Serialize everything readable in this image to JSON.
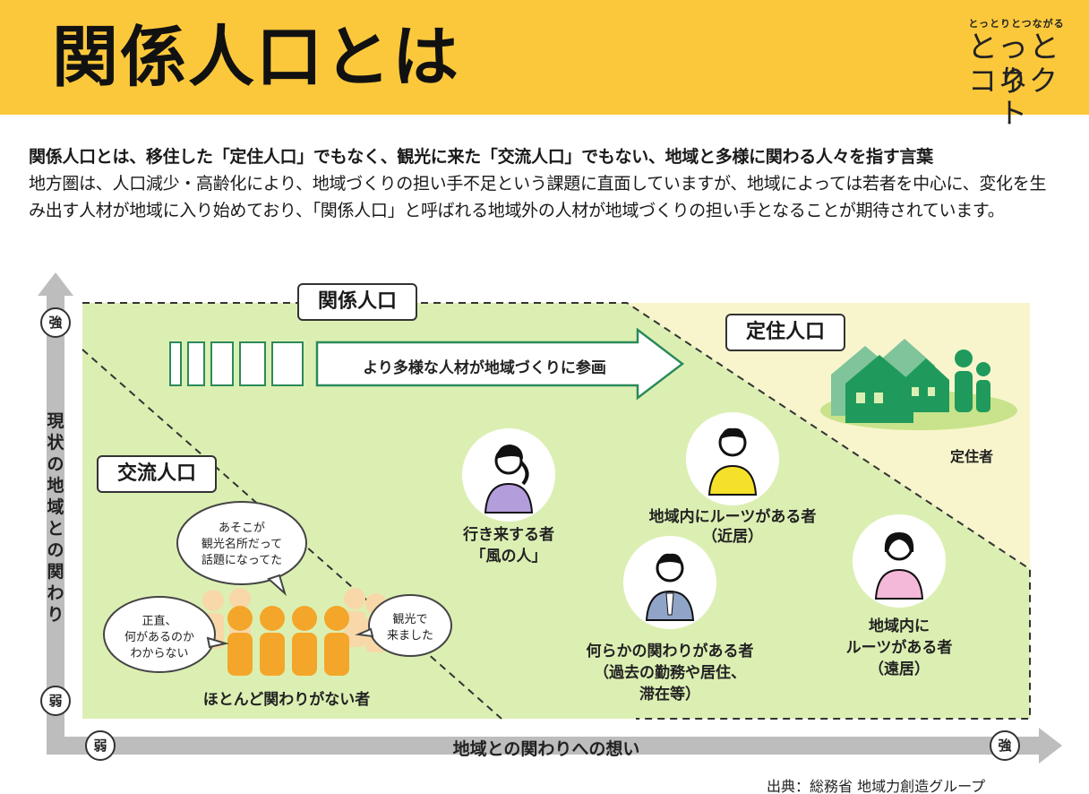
{
  "header": {
    "title": "関係人口とは",
    "logo_tagline": "とっとりとつながる",
    "logo_line1": "とっとり",
    "logo_line2": "コネクト",
    "background_color": "#fbc83c"
  },
  "intro": {
    "lead": "関係人口とは、移住した「定住人口」でもなく、観光に来た「交流人口」でもない、地域と多様に関わる人々を指す言葉",
    "body": "地方圏は、人口減少・高齢化により、地域づくりの担い手不足という課題に直面していますが、地域によっては若者を中心に、変化を生み出す人材が地域に入り始めており、「関係人口」と呼ばれる地域外の人材が地域づくりの担い手となることが期待されています。"
  },
  "diagram": {
    "label_kankei": "関係人口",
    "label_teiju": "定住人口",
    "label_koryu": "交流人口",
    "arrow_text": "より多様な人材が地域づくりに参画",
    "y_axis_label": "現状の地域との関わり",
    "y_axis_strong": "強",
    "y_axis_weak": "弱",
    "x_axis_label": "地域との関わりへの想い",
    "x_axis_weak": "弱",
    "x_axis_strong": "強",
    "teijusha": "定住者",
    "person_kaze_line1": "行き来する者",
    "person_kaze_line2": "「風の人」",
    "person_kinkyo_line1": "地域内にルーツがある者",
    "person_kinkyo_line2": "（近居）",
    "person_kako_line1": "何らかの関わりがある者",
    "person_kako_line2": "（過去の勤務や居住、",
    "person_kako_line3": "滞在等）",
    "person_enkyo_line1": "地域内に",
    "person_enkyo_line2": "ルーツがある者",
    "person_enkyo_line3": "（遠居）",
    "bubble1_line1": "あそこが",
    "bubble1_line2": "観光名所だって",
    "bubble1_line3": "話題になってた",
    "bubble2_line1": "正直、",
    "bubble2_line2": "何があるのか",
    "bubble2_line3": "わからない",
    "bubble3_line1": "観光で",
    "bubble3_line2": "来ました",
    "crowd_label": "ほとんど関わりがない者",
    "colors": {
      "green_area": "#dcefb3",
      "yellow_area": "#f8f5cc",
      "house_green": "#1f9a5c",
      "crowd_orange": "#f4a62a",
      "arrow_green": "#2a8a5a"
    }
  },
  "source": "出典：総務省 地域力創造グループ"
}
